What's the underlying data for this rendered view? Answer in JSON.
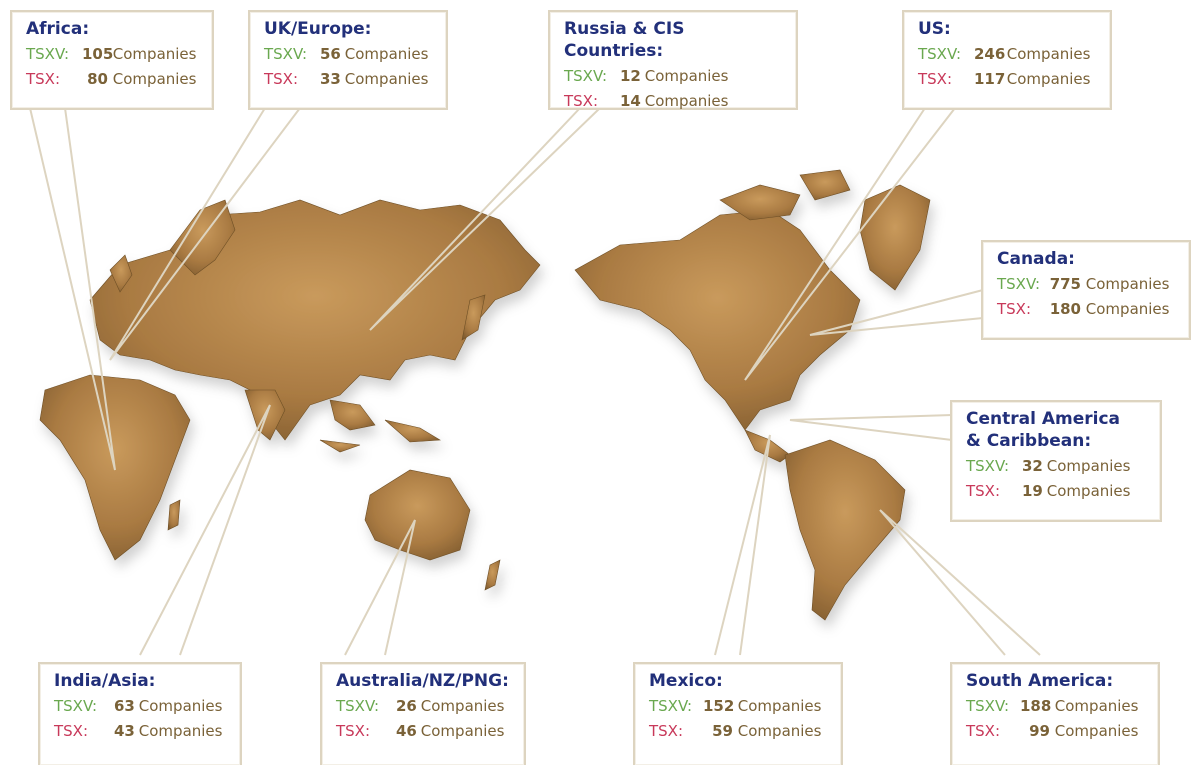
{
  "colors": {
    "title": "#22307a",
    "tsxv": "#6aa84f",
    "tsx": "#c8395a",
    "count": "#7a6238",
    "land": "#b98a4e",
    "callout_line": "#ddd4c0"
  },
  "labels": {
    "tsxv": "TSXV:",
    "tsx": "TSX:",
    "unit": "Companies"
  },
  "regions": [
    {
      "id": "africa",
      "title": "Africa:",
      "tsxv": "105",
      "tsx": "80"
    },
    {
      "id": "uk-europe",
      "title": "UK/Europe:",
      "tsxv": "56",
      "tsx": "33"
    },
    {
      "id": "russia-cis",
      "title": "Russia & CIS Countries:",
      "tsxv": "12",
      "tsx": "14"
    },
    {
      "id": "us",
      "title": "US:",
      "tsxv": "246",
      "tsx": "117"
    },
    {
      "id": "canada",
      "title": "Canada:",
      "tsxv": "775",
      "tsx": "180"
    },
    {
      "id": "central-america",
      "title": "Central America & Caribbean:",
      "tsxv": "32",
      "tsx": "19"
    },
    {
      "id": "india-asia",
      "title": "India/Asia:",
      "tsxv": "63",
      "tsx": "43"
    },
    {
      "id": "australia-nz-png",
      "title": "Australia/NZ/PNG:",
      "tsxv": "26",
      "tsx": "46"
    },
    {
      "id": "mexico",
      "title": "Mexico:",
      "tsxv": "152",
      "tsx": "59"
    },
    {
      "id": "south-america",
      "title": "South America:",
      "tsxv": "188",
      "tsx": "99"
    }
  ]
}
